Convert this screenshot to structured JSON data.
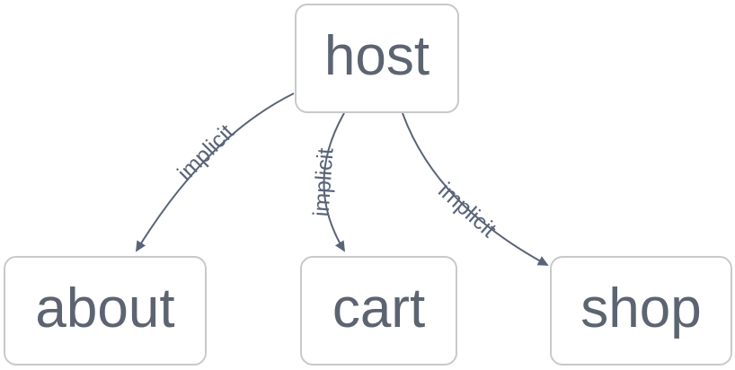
{
  "diagram": {
    "type": "flowchart",
    "nodes": [
      {
        "id": "host",
        "label": "host"
      },
      {
        "id": "about",
        "label": "about"
      },
      {
        "id": "cart",
        "label": "cart"
      },
      {
        "id": "shop",
        "label": "shop"
      }
    ],
    "edges": [
      {
        "from": "host",
        "to": "about",
        "label": "implicit",
        "arrow": "arrowhead-icon"
      },
      {
        "from": "host",
        "to": "cart",
        "label": "implicit",
        "arrow": "arrowhead-icon"
      },
      {
        "from": "host",
        "to": "shop",
        "label": "implicit",
        "arrow": "arrowhead-icon"
      }
    ],
    "colors": {
      "node_border": "#c8c9cb",
      "node_fill": "#ffffff",
      "node_text": "#5d6471",
      "edge": "#5a6479",
      "background": "#ffffff"
    }
  }
}
